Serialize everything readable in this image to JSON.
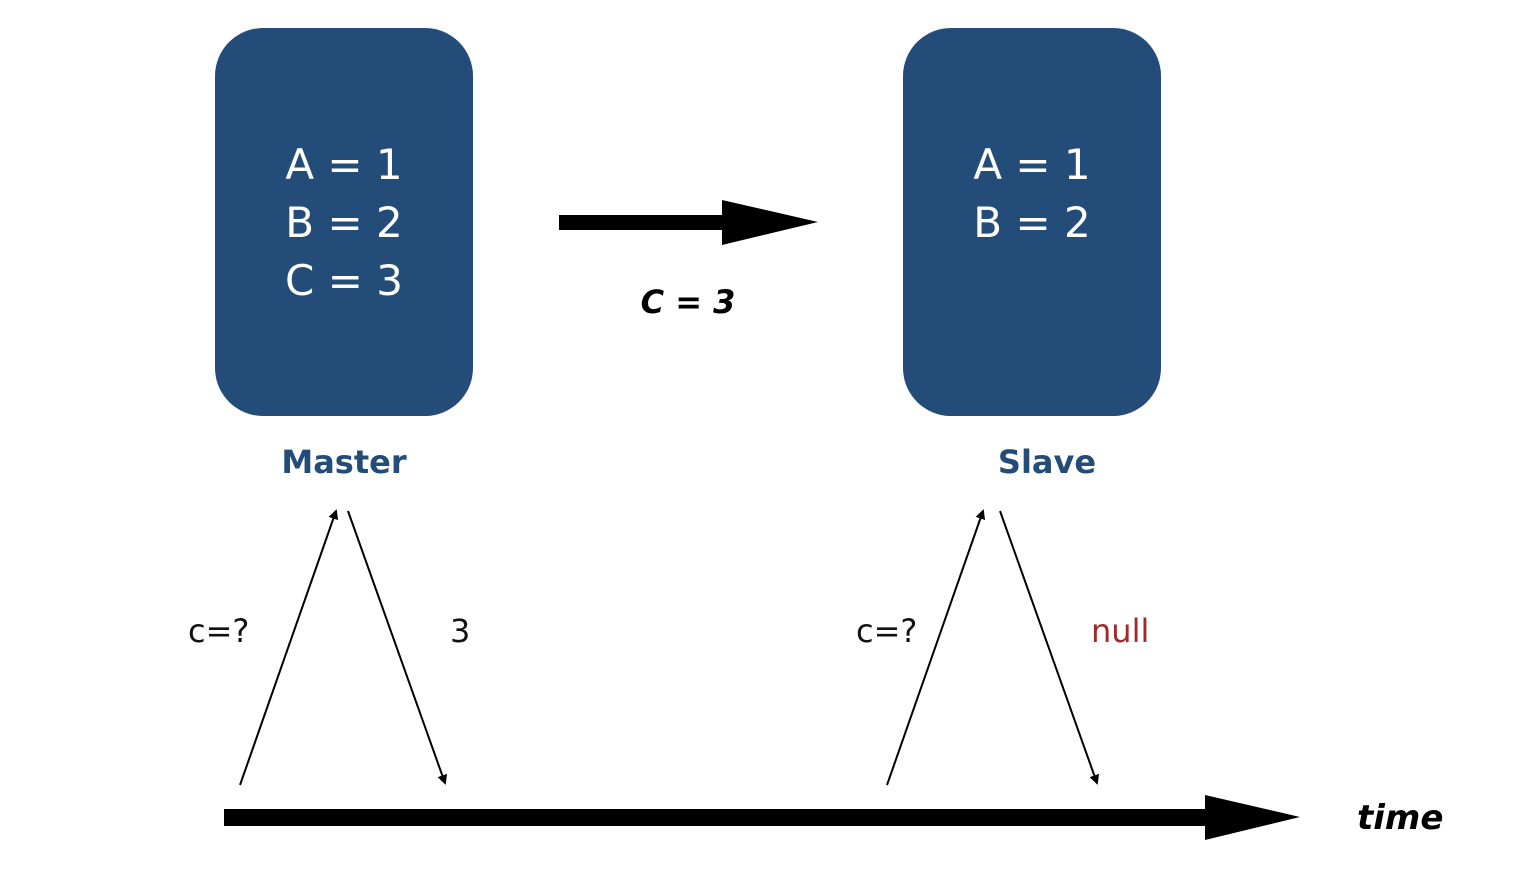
{
  "master": {
    "values": [
      "A = 1",
      "B = 2",
      "C = 3"
    ],
    "label": "Master"
  },
  "slave": {
    "values": [
      "A = 1",
      "B = 2"
    ],
    "label": "Slave"
  },
  "replication": {
    "label": "C = 3"
  },
  "master_query": {
    "request_label": "c=?",
    "response_label": "3"
  },
  "slave_query": {
    "request_label": "c=?",
    "response_label": "null"
  },
  "timeline": {
    "label": "time"
  },
  "colors": {
    "node_fill": "#234c79",
    "node_text": "#ffffff",
    "node_label": "#234c79",
    "null_response": "#9e2a2b",
    "arrow": "#000000"
  }
}
